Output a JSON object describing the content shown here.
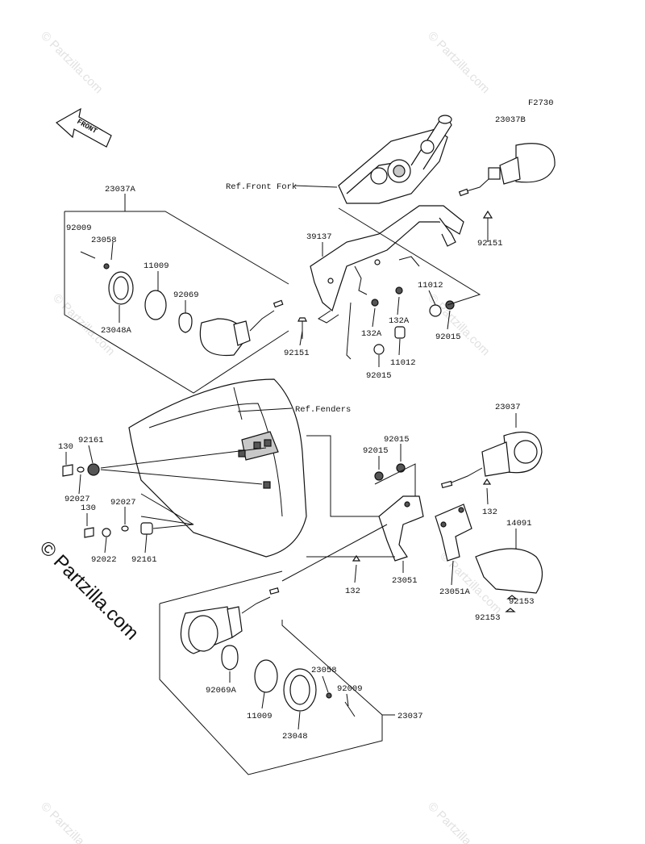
{
  "figure_code": "F2730",
  "front_label": "FRONT",
  "watermark": {
    "text": "© Partzilla.com",
    "small_text": "© Partzilla.com"
  },
  "references": {
    "front_fork": "Ref.Front Fork",
    "fenders": "Ref.Fenders"
  },
  "part_labels": {
    "p23037B": "23037B",
    "p23037A": "23037A",
    "p92009_a": "92009",
    "p23058_a": "23058",
    "p11009_a": "11009",
    "p92069": "92069",
    "p23048A": "23048A",
    "p39137": "39137",
    "p92151_a": "92151",
    "p92151_b": "92151",
    "p11012_a": "11012",
    "p11012_b": "11012",
    "p132A_a": "132A",
    "p132A_b": "132A",
    "p92015_a": "92015",
    "p92015_b": "92015",
    "p92015_c": "92015",
    "p92015_d": "92015",
    "p23037_a": "23037",
    "p130_a": "130",
    "p92161_a": "92161",
    "p92027_a": "92027",
    "p130_b": "130",
    "p92027_b": "92027",
    "p92022": "92022",
    "p92161_b": "92161",
    "p132_a": "132",
    "p14091": "14091",
    "p132_b": "132",
    "p23051": "23051",
    "p23051A": "23051A",
    "p92153_a": "92153",
    "p92153_b": "92153",
    "p92069A": "92069A",
    "p11009_b": "11009",
    "p23058_b": "23058",
    "p92009_b": "92009",
    "p23048": "23048",
    "p23037_b": "23037"
  }
}
